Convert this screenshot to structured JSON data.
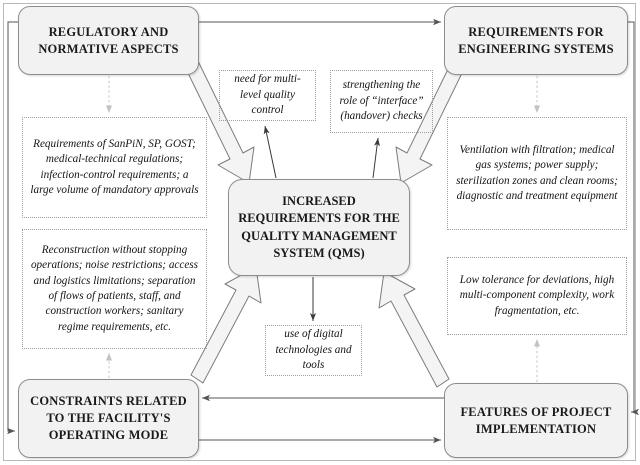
{
  "diagram": {
    "title": "Increased requirements for the quality management system (QMS)",
    "colors": {
      "box_fill": "#f2f2f2",
      "box_stroke": "#8d8d8d",
      "note_stroke": "#9d9d9d",
      "connector": "#555555",
      "dotted_connector": "#bfbfbf",
      "block_arrow_fill": "#f4f4f4",
      "background": "#ffffff"
    },
    "center": {
      "label": "INCREASED REQUIREMENTS FOR THE QUALITY MANAGEMENT SYSTEM (QMS)"
    },
    "corners": [
      {
        "id": "regulatory",
        "label": "REGULATORY AND NORMATIVE ASPECTS"
      },
      {
        "id": "engineering",
        "label": "REQUIREMENTS FOR ENGINEERING SYSTEMS"
      },
      {
        "id": "constraints",
        "label": "CONSTRAINTS RELATED TO THE FACILITY'S OPERATING MODE"
      },
      {
        "id": "features",
        "label": "FEATURES OF PROJECT IMPLEMENTATION"
      }
    ],
    "notes": [
      {
        "id": "sanpin",
        "text": "Requirements of SanPiN, SP, GOST; medical-technical regulations; infection-control requirements; a large volume of mandatory approvals"
      },
      {
        "id": "reconstruction",
        "text": "Reconstruction without stopping operations; noise restrictions; access and logistics limitations; separation of flows of patients, staff, and construction workers; sanitary regime requirements, etc."
      },
      {
        "id": "ventilation",
        "text": "Ventilation with filtration; medical gas systems; power supply; sterilization zones and clean rooms; diagnostic and treatment equipment"
      },
      {
        "id": "low-tolerance",
        "text": "Low tolerance for deviations, high multi-component complexity, work fragmentation, etc."
      },
      {
        "id": "multilevel",
        "text": "need for multi-level quality control"
      },
      {
        "id": "interface",
        "text": "strengthening the role of “interface” (handover) checks"
      },
      {
        "id": "digital",
        "text": "use of digital technologies and tools"
      }
    ]
  }
}
